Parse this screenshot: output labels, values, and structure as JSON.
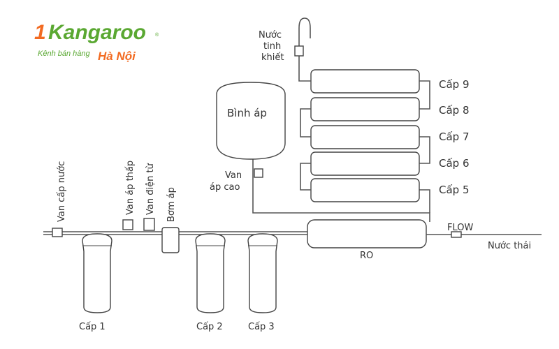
{
  "logo": {
    "brand_first": "1",
    "brand_rest": "Kangaroo",
    "tagline": "Kênh bán hàng",
    "city": "Hà Nội",
    "registered": "®",
    "colors": {
      "orange": "#f26b22",
      "green": "#5aa832"
    }
  },
  "labels": {
    "van_cap_nuoc": "Van cấp nước",
    "van_ap_thap": "Van áp thấp",
    "van_dien_tu": "Van điện từ",
    "bom_ap": "Bơm áp",
    "cap1": "Cấp 1",
    "cap2": "Cấp 2",
    "cap3": "Cấp 3",
    "ro": "RO",
    "flow": "FLOW",
    "nuoc_thai": "Nước thải",
    "binh_ap": "Bình áp",
    "van_ap_cao_1": "Van",
    "van_ap_cao_2": "áp cao",
    "nuoc_1": "Nước",
    "nuoc_2": "tinh",
    "nuoc_3": "khiết",
    "cap5": "Cấp 5",
    "cap6": "Cấp 6",
    "cap7": "Cấp 7",
    "cap8": "Cấp 8",
    "cap9": "Cấp 9"
  }
}
